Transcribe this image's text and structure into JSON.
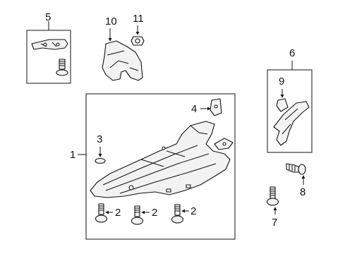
{
  "callouts": {
    "c1": "1",
    "c2a": "2",
    "c2b": "2",
    "c2c": "2",
    "c3": "3",
    "c4": "4",
    "c5": "5",
    "c6": "6",
    "c7": "7",
    "c8": "8",
    "c9": "9",
    "c10": "10",
    "c11": "11"
  }
}
